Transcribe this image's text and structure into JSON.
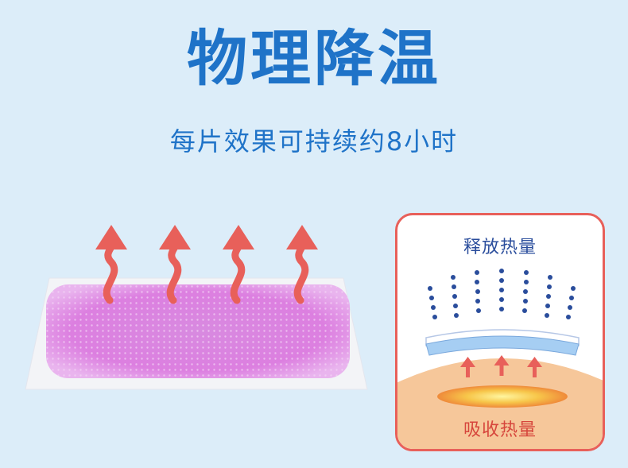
{
  "title": "物理降温",
  "subtitle": "每片效果可持续约8小时",
  "panel": {
    "release_label": "释放热量",
    "absorb_label": "吸收热量"
  },
  "colors": {
    "background": "#dcedf9",
    "title_blue": "#1f73c8",
    "panel_border": "#e8605a",
    "heat_arrow": "#e8605a",
    "gel_pink": "#e07be0",
    "dot_blue": "#2a4d9c"
  }
}
